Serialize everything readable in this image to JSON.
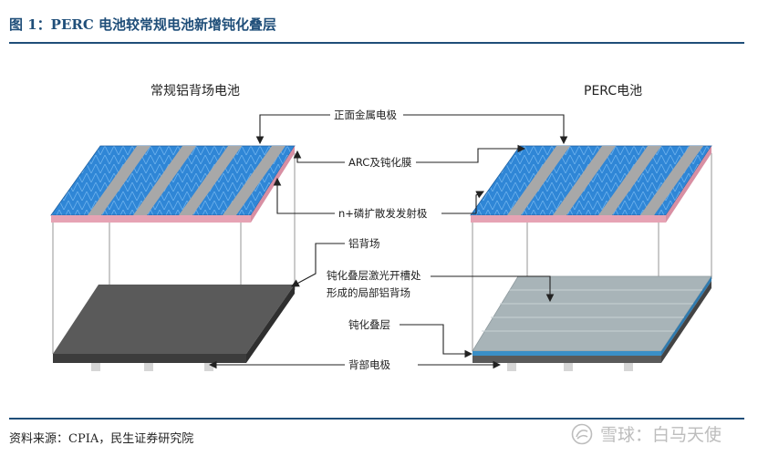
{
  "figure": {
    "title": "图 1：PERC 电池较常规电池新增钝化叠层",
    "source": "资料来源：CPIA，民生证券研究院",
    "watermark": "雪球：白马天使"
  },
  "diagram": {
    "left_header": "常规铝背场电池",
    "right_header": "PERC电池",
    "labels": {
      "front_electrode": "正面金属电极",
      "arc_passivation": "ARC及钝化膜",
      "n_emitter": "n+磷扩散发发射极",
      "al_bsf": "铝背场",
      "laser_line1": "钝化叠层激光开槽处",
      "laser_line2": "形成的局部铝背场",
      "passivation_stack": "钝化叠层",
      "back_electrode": "背部电极"
    },
    "colors": {
      "cell_blue": "#2f86d6",
      "cell_blue_light": "#6fb4ef",
      "busbar": "#a8a8a8",
      "pink_edge": "#e6a3b4",
      "al_dark": "#5a5a5a",
      "passivation_gray": "#a8b4b8",
      "passivation_blue": "#3a8fc7",
      "header_blue": "#1f4e79"
    }
  }
}
